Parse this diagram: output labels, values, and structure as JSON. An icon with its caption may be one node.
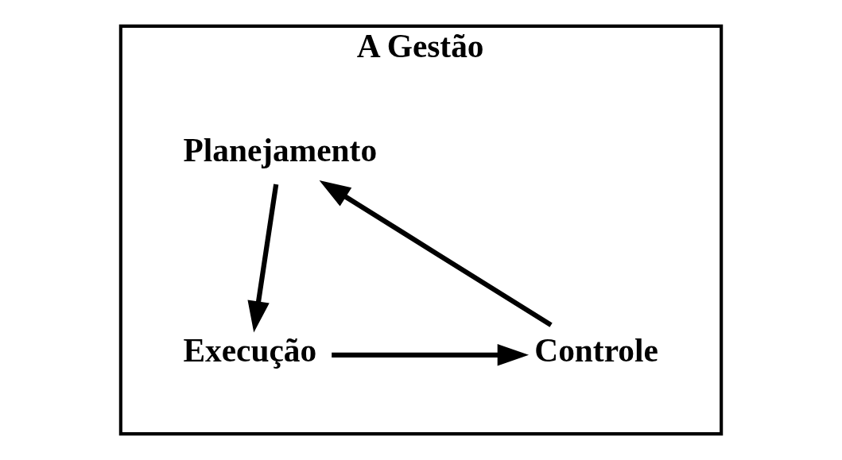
{
  "diagram": {
    "nodes": [
      {
        "text": [
          "A Gestão"
        ]
      },
      {
        "text": [
          "Planejamento"
        ],
        "in": 0
      },
      {
        "text": [
          "Execução"
        ],
        "in": 0
      },
      {
        "text": [
          "Controle"
        ],
        "in": 0
      }
    ],
    "edges": [
      {
        "from": 1,
        "to": 2,
        "arrow": "to"
      },
      {
        "from": 2,
        "to": 3,
        "arrow": "to"
      },
      {
        "from": 3,
        "to": 1,
        "arrow": "to"
      }
    ]
  }
}
